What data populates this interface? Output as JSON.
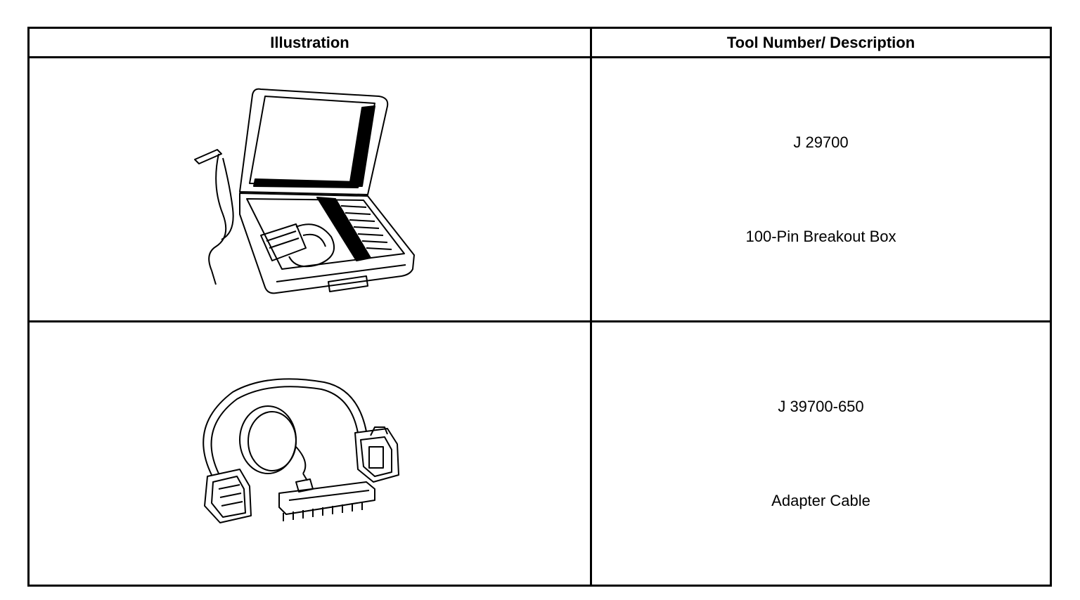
{
  "table": {
    "headers": {
      "illustration": "Illustration",
      "tool": "Tool Number/ Description"
    },
    "rows": [
      {
        "tool_number": "J 29700",
        "description": "100-Pin Breakout Box",
        "illustration_icon": "breakout-box-case-icon"
      },
      {
        "tool_number": "J 39700-650",
        "description": "Adapter Cable",
        "illustration_icon": "adapter-cable-icon"
      }
    ]
  }
}
